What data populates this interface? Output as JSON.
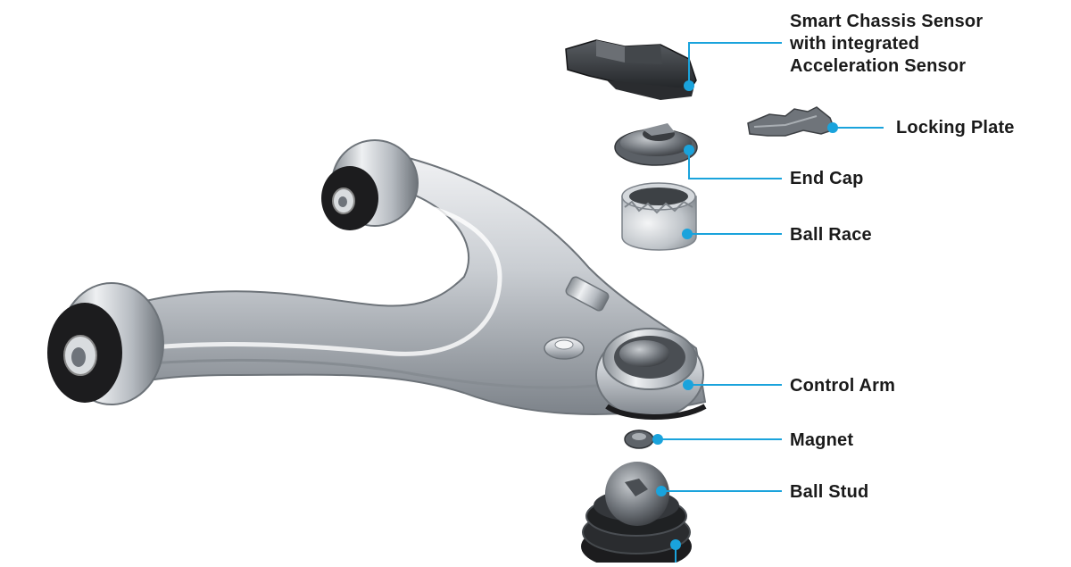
{
  "colors": {
    "leader": "#1aa3dc",
    "metal_light": "#e6e8eb",
    "metal_mid": "#a8adb3",
    "metal_dark": "#5e6369",
    "rubber": "#1c1c1e",
    "label_text": "#1a1a1a"
  },
  "labels": [
    {
      "id": "sensor",
      "lines": [
        "Smart Chassis Sensor",
        "with integrated",
        "Acceleration Sensor"
      ]
    },
    {
      "id": "locking_plate",
      "lines": [
        "Locking Plate"
      ]
    },
    {
      "id": "end_cap",
      "lines": [
        "End Cap"
      ]
    },
    {
      "id": "ball_race",
      "lines": [
        "Ball Race"
      ]
    },
    {
      "id": "control_arm",
      "lines": [
        "Control Arm"
      ]
    },
    {
      "id": "magnet",
      "lines": [
        "Magnet"
      ]
    },
    {
      "id": "ball_stud",
      "lines": [
        "Ball Stud"
      ]
    }
  ],
  "parts": [
    {
      "name": "smart-chassis-sensor-part"
    },
    {
      "name": "locking-plate-part"
    },
    {
      "name": "end-cap-part"
    },
    {
      "name": "ball-race-part"
    },
    {
      "name": "control-arm-part"
    },
    {
      "name": "magnet-part"
    },
    {
      "name": "ball-stud-part"
    }
  ]
}
